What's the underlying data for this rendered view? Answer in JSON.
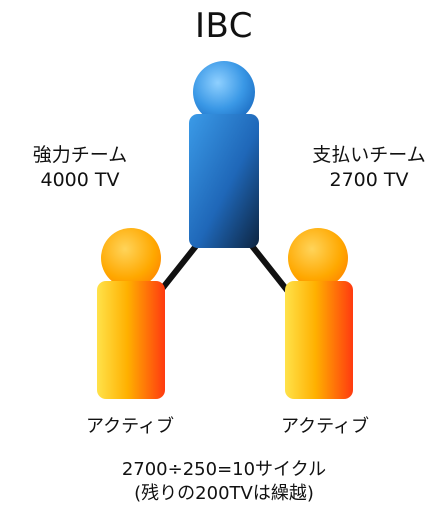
{
  "title": "IBC",
  "left_team": {
    "name": "強力チーム",
    "tv": "4000 TV"
  },
  "right_team": {
    "name": "支払いチーム",
    "tv": "2700 TV"
  },
  "left_child": "アクティブ",
  "right_child": "アクティブ",
  "footer": {
    "line1": "2700÷250=10サイクル",
    "line2": "(残りの200TVは繰越)"
  },
  "colors": {
    "top_figure": "#2f8fe0",
    "child_figure": "#ffb000",
    "connector": "#111111"
  }
}
